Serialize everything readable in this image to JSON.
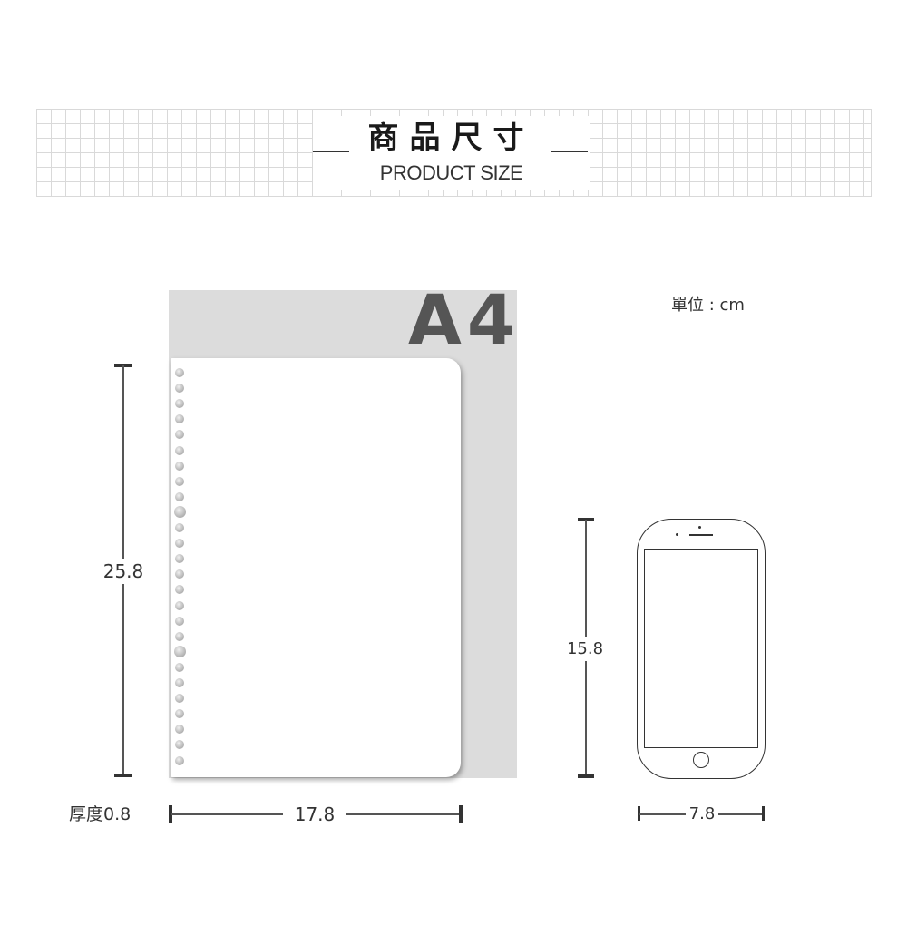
{
  "header": {
    "title_cn": "商品尺寸",
    "title_en": "PRODUCT  SIZE"
  },
  "unit_label": "單位 : cm",
  "a4_label": "A4",
  "notebook": {
    "height_label": "25.8",
    "width_label": "17.8",
    "thickness_label": "厚度0.8",
    "holes": 26,
    "large_hole_positions": [
      9,
      18
    ]
  },
  "phone": {
    "height_label": "15.8",
    "width_label": "7.8"
  },
  "colors": {
    "a4_background": "#dcdcdc",
    "a4_text": "#555555",
    "line": "#333333",
    "grid": "#d9d9d9"
  }
}
